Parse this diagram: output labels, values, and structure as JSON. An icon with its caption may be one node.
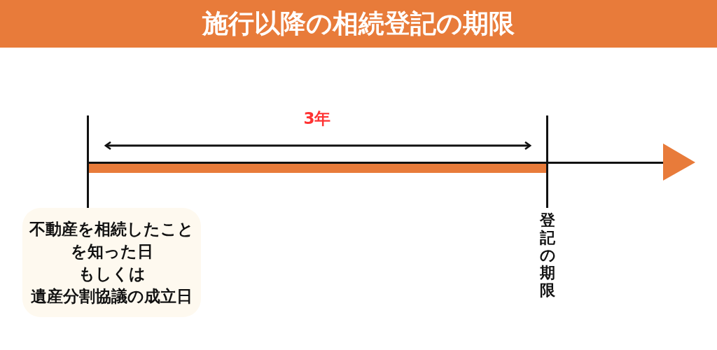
{
  "diagram": {
    "title": "施行以降の相続登記の期限",
    "nodes": [
      {
        "text": [
          "不動産を相続したことを知った日",
          "もしくは",
          "遺産分割協議の成立日"
        ]
      }
    ],
    "labels": [
      "3年",
      "登記の期限"
    ]
  }
}
